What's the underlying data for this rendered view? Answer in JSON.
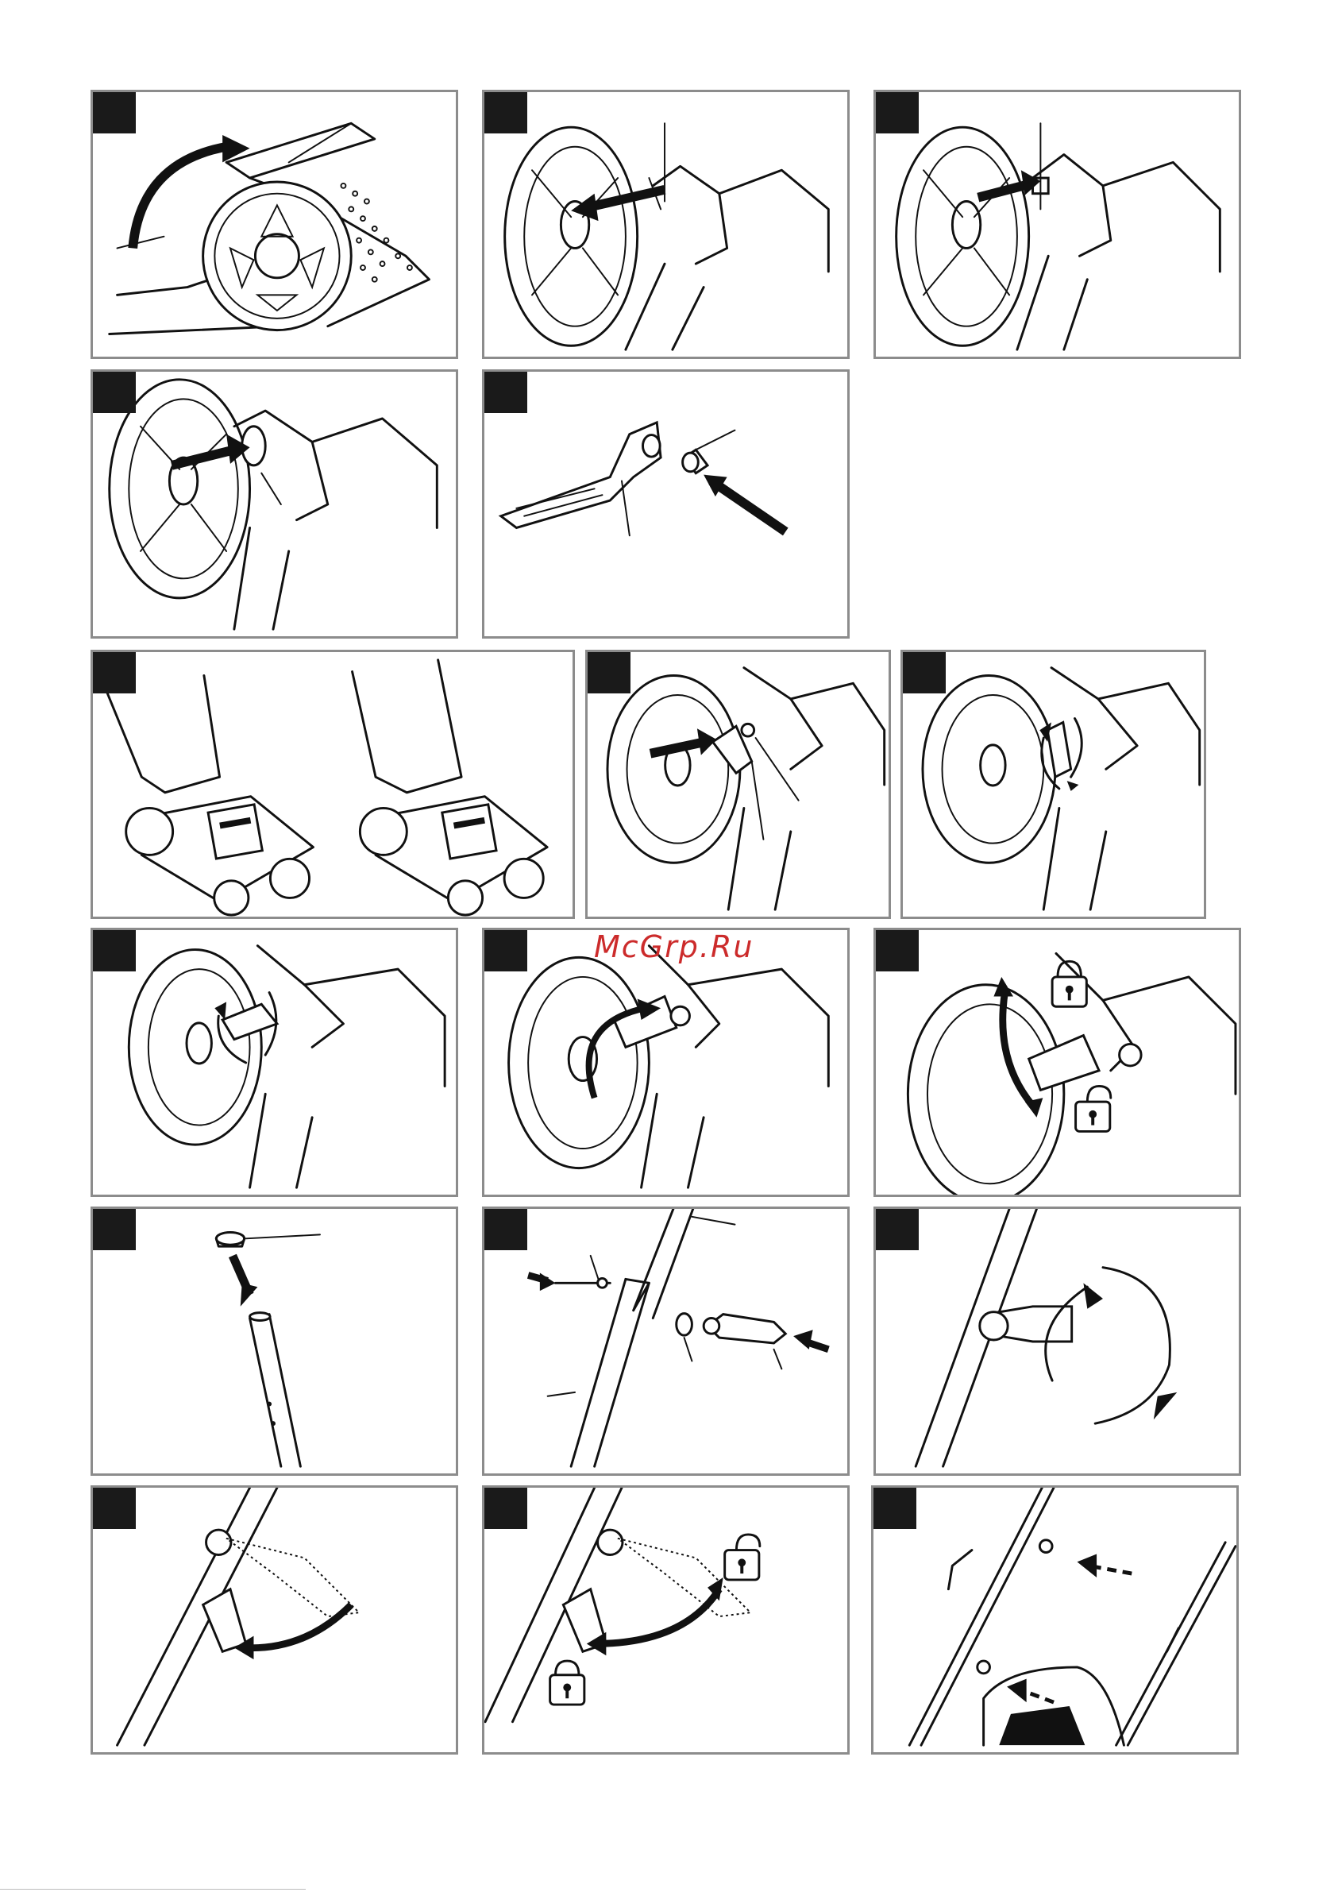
{
  "watermark": {
    "text": "McGrp.Ru",
    "color": "#cc2b2b"
  },
  "colors": {
    "frame": "#8c8c8c",
    "tag": "#1a1a1a",
    "line": "#111111"
  },
  "panels": [
    {
      "name": "figure-panel-1",
      "depicts": "mower-rear-flap-lift"
    },
    {
      "name": "figure-panel-2",
      "depicts": "wheel-axle-removal"
    },
    {
      "name": "figure-panel-3",
      "depicts": "wheel-axle-spring"
    },
    {
      "name": "figure-panel-4",
      "depicts": "wheel-knob-fit"
    },
    {
      "name": "figure-panel-5",
      "depicts": "lever-and-bush"
    },
    {
      "name": "figure-panel-6",
      "depicts": "two-mower-views"
    },
    {
      "name": "figure-panel-7",
      "depicts": "height-lever-insert"
    },
    {
      "name": "figure-panel-8",
      "depicts": "height-lever-rotate"
    },
    {
      "name": "figure-panel-9",
      "depicts": "height-lever-rotate-2"
    },
    {
      "name": "figure-panel-10",
      "depicts": "height-lever-swing"
    },
    {
      "name": "figure-panel-11",
      "depicts": "height-lever-lock-unlock"
    },
    {
      "name": "figure-panel-12",
      "depicts": "tube-cap"
    },
    {
      "name": "figure-panel-13",
      "depicts": "handle-bolt-clamp"
    },
    {
      "name": "figure-panel-14",
      "depicts": "clamp-rotate"
    },
    {
      "name": "figure-panel-15",
      "depicts": "clamp-close"
    },
    {
      "name": "figure-panel-16",
      "depicts": "clamp-lock-unlock"
    },
    {
      "name": "figure-panel-17",
      "depicts": "cable-clips"
    }
  ]
}
